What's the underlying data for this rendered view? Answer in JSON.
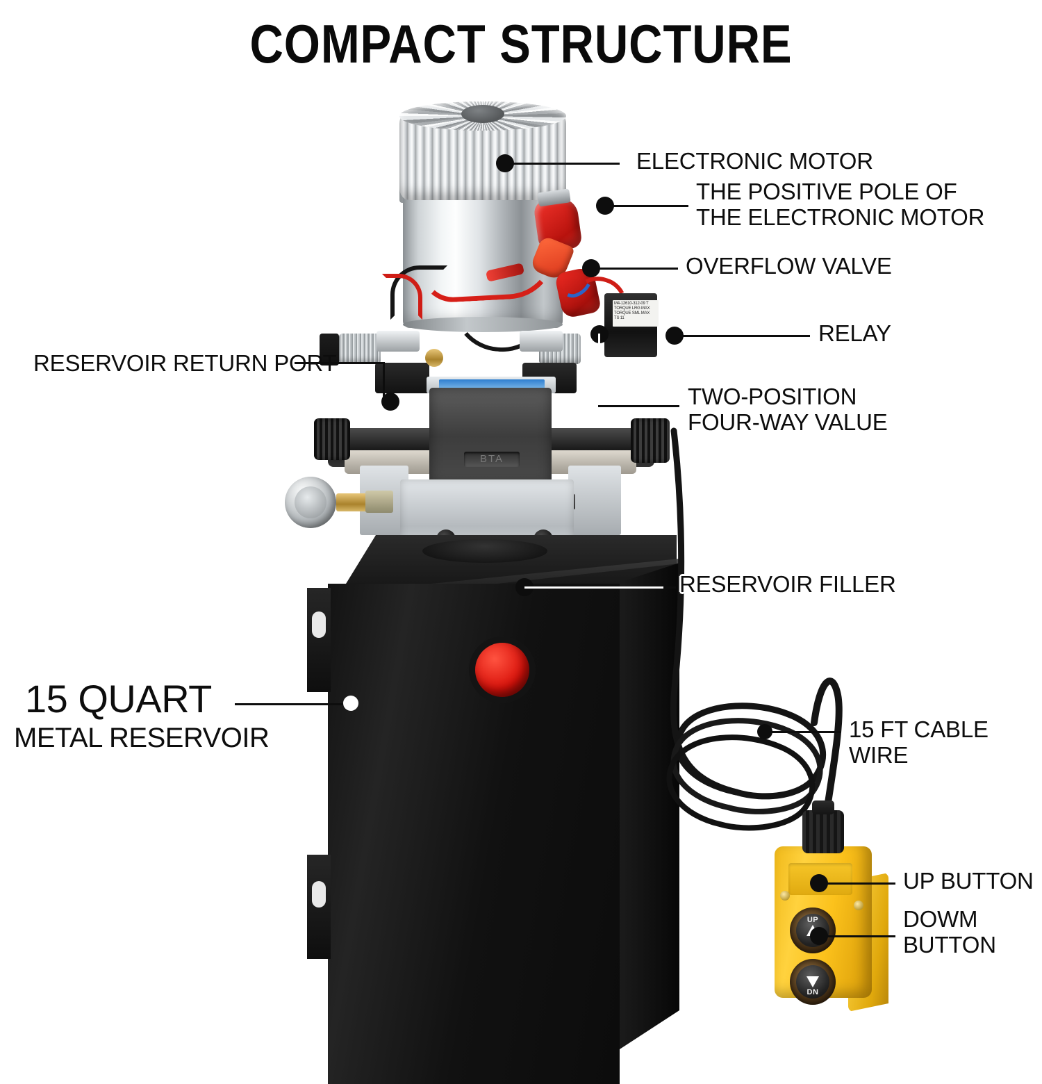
{
  "page": {
    "title": "COMPACT STRUCTURE",
    "background_color": "#ffffff",
    "text_color": "#0d0d0d"
  },
  "product": {
    "name": "Hydraulic Power Unit",
    "reservoir_capacity": "15 QUART",
    "reservoir_subtitle": "METAL RESERVOIR",
    "cable_length": "15 FT",
    "colors": {
      "reservoir": "#111111",
      "pendant": "#ffc51e",
      "filler_cap": "#d8110a",
      "terminal_boot": "#e02a22",
      "motor_housing": "#c8cdd0",
      "valve_body": "#454545"
    }
  },
  "callouts": [
    {
      "id": "electronic-motor",
      "label": "ELECTRONIC MOTOR",
      "side": "right",
      "lines": 1
    },
    {
      "id": "positive-pole",
      "label": "THE POSITIVE POLE OF\nTHE ELECTRONIC MOTOR",
      "side": "right",
      "lines": 2
    },
    {
      "id": "overflow-valve",
      "label": "OVERFLOW VALVE",
      "side": "right",
      "lines": 1
    },
    {
      "id": "relay",
      "label": "RELAY",
      "side": "right",
      "lines": 1
    },
    {
      "id": "two-position-four-way-value",
      "label": "TWO-POSITION\nFOUR-WAY VALUE",
      "side": "right",
      "lines": 2
    },
    {
      "id": "reservoir-filler",
      "label": "RESERVOIR FILLER",
      "side": "right",
      "lines": 1
    },
    {
      "id": "cable-wire",
      "label": "15 FT CABLE WIRE",
      "side": "right",
      "lines": 1
    },
    {
      "id": "up-button",
      "label": "UP BUTTON",
      "side": "right",
      "lines": 1
    },
    {
      "id": "down-button",
      "label": "DOWM\nBUTTON",
      "side": "right",
      "lines": 2
    },
    {
      "id": "reservoir-return-port",
      "label": "RESERVOIR RETURN PORT",
      "side": "left",
      "lines": 1
    },
    {
      "id": "metal-reservoir",
      "label": "15 QUART",
      "sublabel": "METAL RESERVOIR",
      "side": "left",
      "lines": 2
    }
  ],
  "pendant": {
    "up_button_cap": "UP",
    "down_button_cap": "DN",
    "up_arrow_icon": "arrow-up-icon",
    "down_arrow_icon": "arrow-down-icon"
  },
  "valve": {
    "emboss_text": "BTA"
  },
  "relay_label": {
    "line1": "M4-12610-312-09 T",
    "line2": "TORQUE LRG MAX",
    "line3": "TORQUE SML MAX",
    "line4": "TS 11"
  }
}
